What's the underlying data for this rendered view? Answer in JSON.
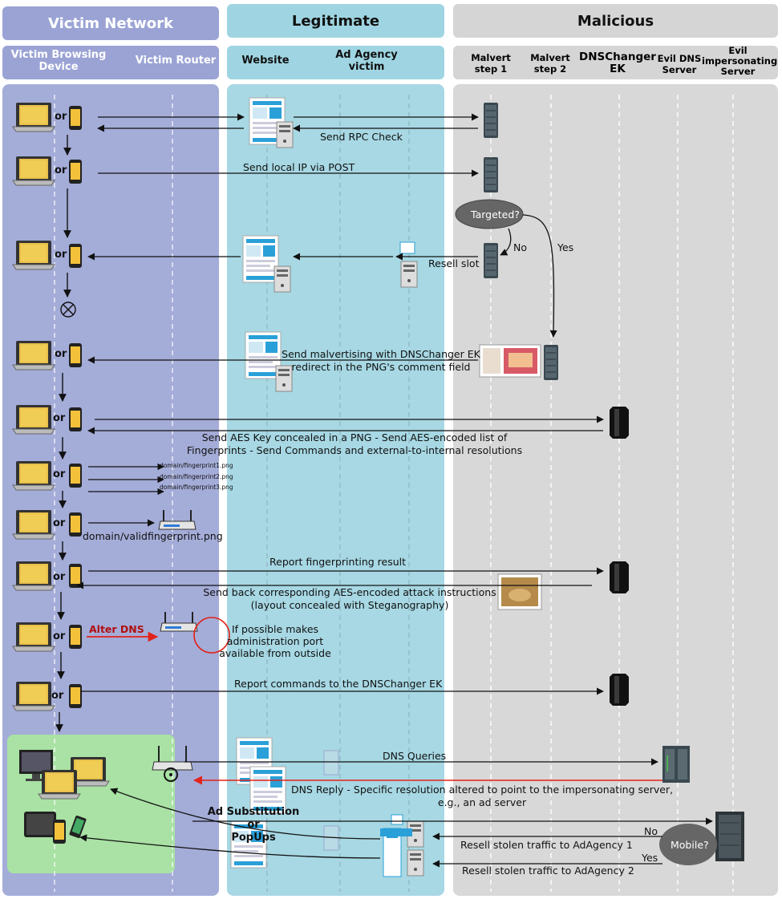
{
  "headers": {
    "victim_network": "Victim Network",
    "legitimate": "Legitimate",
    "malicious": "Malicious"
  },
  "columns": {
    "victim_browsing_device": "Victim Browsing Device",
    "victim_router": "Victim Router",
    "website": "Website",
    "ad_agency_victim": "Ad Agency victim",
    "malvert_step_1": "Malvert step 1",
    "malvert_step_2": "Malvert step 2",
    "dnschanger_ek": "DNSChanger EK",
    "evil_dns_server": "Evil DNS Server",
    "evil_impersonating_server": "Evil impersonating Server"
  },
  "or_word": "or",
  "messages": {
    "send_rpc_check": "Send RPC Check",
    "send_local_ip": "Send local IP via POST",
    "targeted": "Targeted?",
    "no": "No",
    "yes": "Yes",
    "resell_slot": "Resell slot",
    "send_malvertising_1": "Send malvertising with DNSChanger EK",
    "send_malvertising_2": "redirect in the PNG's comment field",
    "send_aes_1": "Send AES Key concealed in a PNG - Send AES-encoded list of",
    "send_aes_2": "Fingerprints - Send Commands and external-to-internal resolutions",
    "fingerprint1": "domain/fingerprint1.png",
    "fingerprint2": "domain/fingerprint2.png",
    "fingerprint3": "domain/fingerprint3.png",
    "valid_fingerprint": "domain/validfingerprint.png",
    "report_fingerprinting": "Report fingerprinting result",
    "send_back_1": "Send back corresponding AES-encoded attack instructions",
    "send_back_2": "(layout concealed with Steganography)",
    "alter_dns": "Alter DNS",
    "admin_port_1": "If possible makes",
    "admin_port_2": "administration port",
    "admin_port_3": "available from outside",
    "report_commands": "Report commands to the DNSChanger EK",
    "dns_queries": "DNS Queries",
    "dns_reply_1": "DNS Reply - Specific resolution altered to point to the impersonating server,",
    "dns_reply_2": "e.g., an ad server",
    "ad_substitution_1": "Ad Substitution",
    "ad_substitution_2": "or",
    "ad_substitution_3": "PopUps",
    "no2": "No",
    "yes2": "Yes",
    "mobile": "Mobile?",
    "resell_agency_1": "Resell stolen traffic to AdAgency 1",
    "resell_agency_2": "Resell stolen traffic to AdAgency 2"
  },
  "colors": {
    "victim_panel": "#a4acd8",
    "legit_panel": "#a7d8e4",
    "malicious_panel": "#d8d8d8",
    "infected_area": "#a9e2a4",
    "alter_dns_arrow": "#e2231a"
  }
}
